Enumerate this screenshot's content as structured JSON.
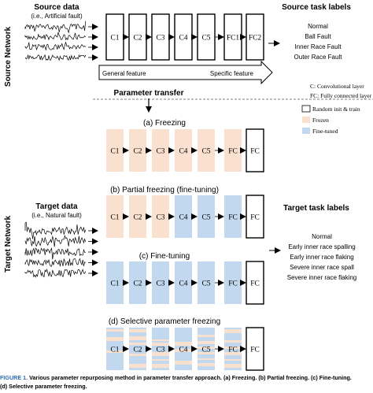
{
  "source": {
    "network_label": "Source Network",
    "data_title": "Source data",
    "data_subtitle": "(i.e., Artificial fault)",
    "task_title": "Source task labels",
    "labels": [
      "Normal",
      "Ball Fault",
      "Inner Race Fault",
      "Outer Race Fault"
    ],
    "layers": [
      "C1",
      "C2",
      "C3",
      "C4",
      "C5",
      "FC1",
      "FC2"
    ],
    "arrow_left": "General feature",
    "arrow_right": "Specific feature"
  },
  "legend_notes": [
    "C: Convolutional layer",
    "FC: Fully connected layer"
  ],
  "transfer_label": "Parameter transfer",
  "legend": [
    {
      "label": "Random init & train",
      "color": "#ffffff"
    },
    {
      "label": "Frozen",
      "color": "#fae0cf"
    },
    {
      "label": "Fine-tuned",
      "color": "#c2d8ee"
    }
  ],
  "target": {
    "network_label": "Target Network",
    "data_title": "Target data",
    "data_subtitle": "(i.e., Natural fault)",
    "task_title": "Target task labels",
    "labels": [
      "Normal",
      "Early inner race spalling",
      "Early inner race flaking",
      "Severe inner race spall",
      "Severe inner race flaking"
    ]
  },
  "panels": [
    {
      "title": "(a) Freezing",
      "layers": [
        "C1",
        "C2",
        "C3",
        "C4",
        "C5",
        "FC",
        "FC"
      ],
      "states": [
        "frozen",
        "frozen",
        "frozen",
        "frozen",
        "frozen",
        "frozen",
        "random"
      ]
    },
    {
      "title": "(b) Partial freezing (fine-tuning)",
      "layers": [
        "C1",
        "C2",
        "C3",
        "C4",
        "C5",
        "FC",
        "FC"
      ],
      "states": [
        "frozen",
        "frozen",
        "frozen",
        "tuned",
        "tuned",
        "tuned",
        "random"
      ]
    },
    {
      "title": "(c) Fine-tuning",
      "layers": [
        "C1",
        "C2",
        "C3",
        "C4",
        "C5",
        "FC",
        "FC"
      ],
      "states": [
        "tuned",
        "tuned",
        "tuned",
        "tuned",
        "tuned",
        "tuned",
        "random"
      ]
    },
    {
      "title": "(d) Selective parameter freezing",
      "layers": [
        "C1",
        "C2",
        "C3",
        "C4",
        "C5",
        "FC",
        "FC"
      ],
      "states": [
        "mixed",
        "mixed",
        "mixed",
        "mixed",
        "mixed",
        "mixed",
        "random"
      ]
    }
  ],
  "colors": {
    "frozen": "#fae0cf",
    "tuned": "#c2d8ee",
    "random": "#ffffff",
    "caption_label": "#2a6db5"
  },
  "caption": {
    "label": "FIGURE 1.",
    "text": "Various parameter repurposing method in parameter transfer approach. (a) Freezing. (b) Partial freezing. (c) Fine-tuning. (d) Selective parameter freezing."
  }
}
